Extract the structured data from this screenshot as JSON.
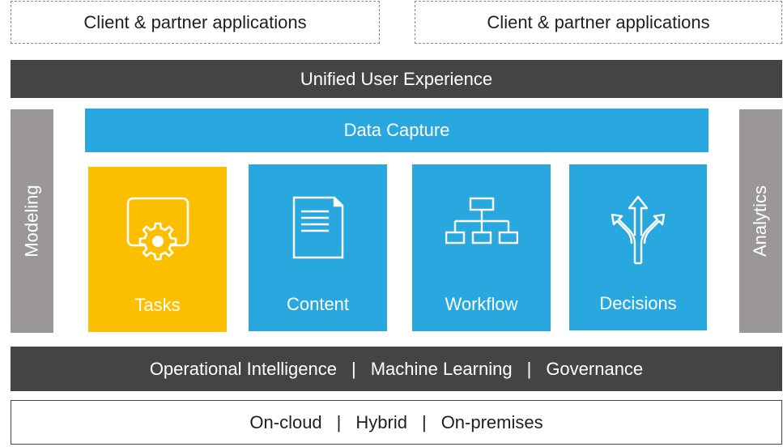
{
  "top": {
    "left_label": "Client & partner applications",
    "right_label": "Client & partner applications"
  },
  "ux_bar": "Unified User Experience",
  "side": {
    "left": "Modeling",
    "right": "Analytics"
  },
  "capture_bar": "Data Capture",
  "tiles": [
    {
      "label": "Tasks",
      "icon": "gear-window-icon",
      "color": "#fbbf00"
    },
    {
      "label": "Content",
      "icon": "document-icon",
      "color": "#29a8df"
    },
    {
      "label": "Workflow",
      "icon": "org-chart-icon",
      "color": "#29a8df"
    },
    {
      "label": "Decisions",
      "icon": "split-arrows-icon",
      "color": "#29a8df"
    }
  ],
  "intelligence_bar": {
    "items": [
      "Operational Intelligence",
      "Machine Learning",
      "Governance"
    ],
    "separator": "|"
  },
  "deployment_bar": {
    "items": [
      "On-cloud",
      "Hybrid",
      "On-premises"
    ],
    "separator": "|"
  },
  "colors": {
    "dark": "#444444",
    "blue": "#29a8df",
    "yellow": "#fbbf00",
    "grey": "#9a9796"
  }
}
